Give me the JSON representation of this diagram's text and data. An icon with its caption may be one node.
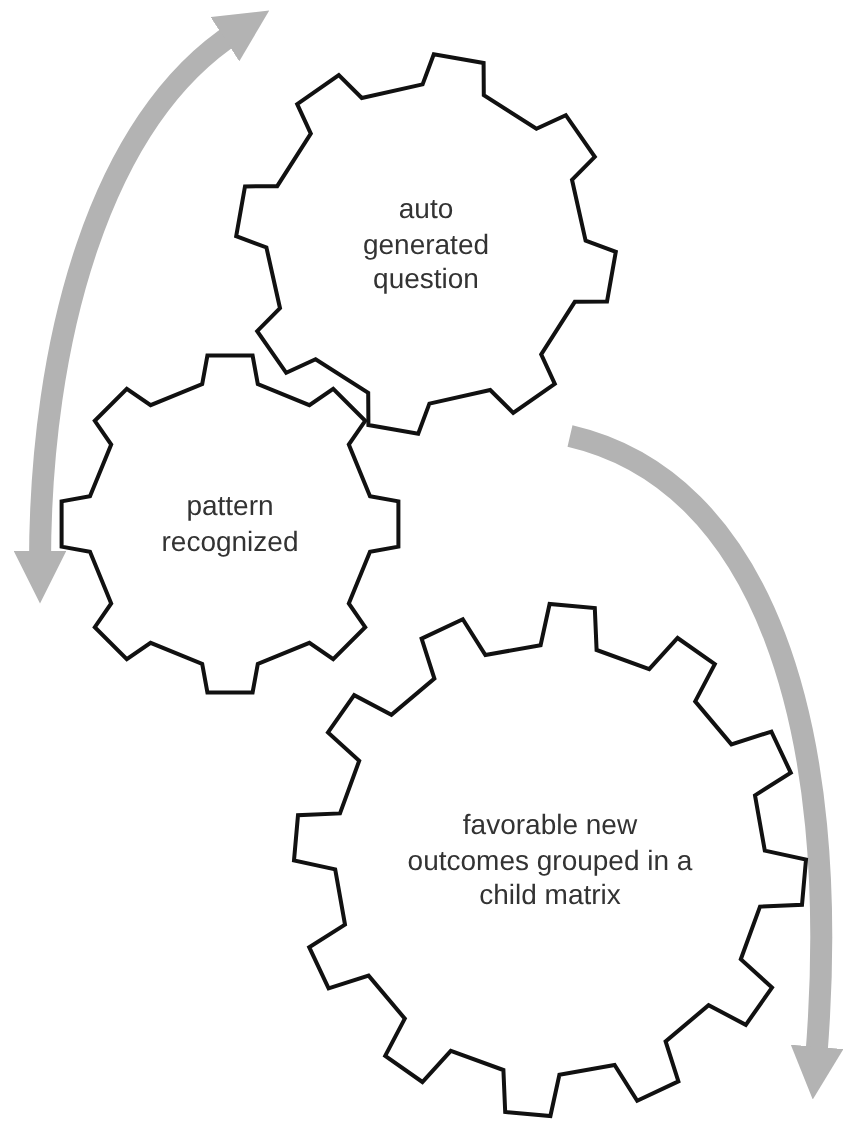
{
  "diagram": {
    "nodes": [
      {
        "text": [
          "auto generated question"
        ]
      },
      {
        "text": [
          "pattern recognized"
        ]
      },
      {
        "text": [
          "favorable new outcomes grouped in a child matrix"
        ]
      }
    ],
    "edges": [
      {
        "from": 0,
        "to": 1,
        "arrow": "both"
      },
      {
        "from": 0,
        "to": 2,
        "arrow": "to"
      }
    ]
  }
}
